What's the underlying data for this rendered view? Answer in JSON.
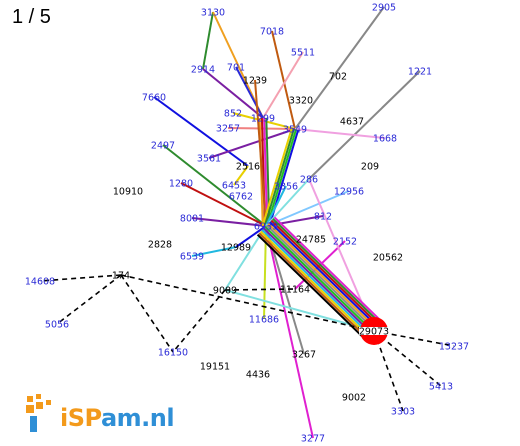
{
  "counter": "1 / 5",
  "logo": {
    "prefix": "iSP",
    "main": "am.nl"
  },
  "colors": {
    "blue_label": "#2a2ad6",
    "black_label": "#000000",
    "hub_red": "#ff0000",
    "logo_blue": "#2f8fd6",
    "logo_orange": "#f39a1b"
  },
  "graph": {
    "nodes": [
      {
        "id": "3130",
        "color": "blue"
      },
      {
        "id": "2905",
        "color": "blue"
      },
      {
        "id": "7018",
        "color": "blue"
      },
      {
        "id": "5511",
        "color": "blue"
      },
      {
        "id": "2914",
        "color": "blue"
      },
      {
        "id": "701",
        "color": "blue"
      },
      {
        "id": "1239",
        "color": "black"
      },
      {
        "id": "702",
        "color": "black"
      },
      {
        "id": "1221",
        "color": "blue"
      },
      {
        "id": "7660",
        "color": "blue"
      },
      {
        "id": "3320",
        "color": "black"
      },
      {
        "id": "852",
        "color": "blue"
      },
      {
        "id": "1299",
        "color": "blue"
      },
      {
        "id": "4637",
        "color": "black"
      },
      {
        "id": "3257",
        "color": "blue"
      },
      {
        "id": "3549",
        "color": "blue"
      },
      {
        "id": "1668",
        "color": "blue"
      },
      {
        "id": "2497",
        "color": "blue"
      },
      {
        "id": "3561",
        "color": "blue"
      },
      {
        "id": "2516",
        "color": "black"
      },
      {
        "id": "209",
        "color": "black"
      },
      {
        "id": "1280",
        "color": "blue"
      },
      {
        "id": "6453",
        "color": "blue"
      },
      {
        "id": "3356",
        "color": "blue"
      },
      {
        "id": "286",
        "color": "blue"
      },
      {
        "id": "10910",
        "color": "black"
      },
      {
        "id": "6762",
        "color": "blue"
      },
      {
        "id": "12956",
        "color": "blue"
      },
      {
        "id": "8001",
        "color": "blue"
      },
      {
        "id": "812",
        "color": "blue"
      },
      {
        "id": "6939",
        "color": "blue"
      },
      {
        "id": "2828",
        "color": "black"
      },
      {
        "id": "24785",
        "color": "black"
      },
      {
        "id": "2152",
        "color": "blue"
      },
      {
        "id": "12989",
        "color": "black"
      },
      {
        "id": "6539",
        "color": "blue"
      },
      {
        "id": "20562",
        "color": "black"
      },
      {
        "id": "174",
        "color": "black"
      },
      {
        "id": "14608",
        "color": "blue"
      },
      {
        "id": "9009",
        "color": "black"
      },
      {
        "id": "11164",
        "color": "black"
      },
      {
        "id": "5056",
        "color": "blue"
      },
      {
        "id": "11686",
        "color": "blue"
      },
      {
        "id": "29073",
        "color": "black"
      },
      {
        "id": "13237",
        "color": "blue"
      },
      {
        "id": "16150",
        "color": "blue"
      },
      {
        "id": "3267",
        "color": "black"
      },
      {
        "id": "19151",
        "color": "black"
      },
      {
        "id": "4436",
        "color": "black"
      },
      {
        "id": "5413",
        "color": "blue"
      },
      {
        "id": "9002",
        "color": "black"
      },
      {
        "id": "3303",
        "color": "blue"
      },
      {
        "id": "3277",
        "color": "blue"
      }
    ],
    "edges": [
      {
        "a": "2914",
        "b": "3130",
        "color": "#2e8b2e"
      },
      {
        "a": "3130",
        "b": "1299",
        "color": "#f0a020"
      },
      {
        "a": "7018",
        "b": "3549",
        "color": "#c05a10"
      },
      {
        "a": "5511",
        "b": "1299",
        "color": "#f4a0b0"
      },
      {
        "a": "2914",
        "b": "1299",
        "color": "#7a1fa2"
      },
      {
        "a": "701",
        "b": "1299",
        "color": "#2a2ad6"
      },
      {
        "a": "2905",
        "b": "3549",
        "color": "#888888"
      },
      {
        "a": "1221",
        "b": "286",
        "color": "#888888"
      },
      {
        "a": "7660",
        "b": "2516",
        "color": "#1010e0"
      },
      {
        "a": "852",
        "b": "3549",
        "color": "#e8d000"
      },
      {
        "a": "3257",
        "b": "3549",
        "color": "#f08080"
      },
      {
        "a": "1668",
        "b": "3549",
        "color": "#f0a0e0"
      },
      {
        "a": "3561",
        "b": "3549",
        "color": "#7a1fa2"
      },
      {
        "a": "2497",
        "b": "6939",
        "color": "#2e8b2e"
      },
      {
        "a": "1280",
        "b": "6939",
        "color": "#c01010"
      },
      {
        "a": "6453",
        "b": "2516",
        "color": "#e8d000"
      },
      {
        "a": "8001",
        "b": "6939",
        "color": "#7a1fa2"
      },
      {
        "a": "12989",
        "b": "6939",
        "color": "#1010e0"
      },
      {
        "a": "6539",
        "b": "12989",
        "color": "#20b8e0"
      },
      {
        "a": "12956",
        "b": "6939",
        "color": "#80c8ff"
      },
      {
        "a": "812",
        "b": "6939",
        "color": "#7a1fa2"
      },
      {
        "a": "2152",
        "b": "11164",
        "color": "#e020d0"
      },
      {
        "a": "29073",
        "b": "286",
        "color": "#f0a0e0"
      },
      {
        "a": "6939",
        "b": "9009",
        "color": "#80e0e0"
      },
      {
        "a": "6939",
        "b": "11686",
        "color": "#c8e020"
      },
      {
        "a": "6939",
        "b": "3267",
        "color": "#888888"
      },
      {
        "a": "6939",
        "b": "3277",
        "color": "#e020d0"
      },
      {
        "a": "9009",
        "b": "29073",
        "color": "#80e0e0"
      },
      {
        "a": "1299",
        "b": "6939",
        "color": "#2e8b2e"
      },
      {
        "a": "1299",
        "b": "6939",
        "color": "#e020d0"
      },
      {
        "a": "1299",
        "b": "6939",
        "color": "#c01010"
      },
      {
        "a": "1299",
        "b": "6939",
        "color": "#f0a020"
      },
      {
        "a": "1239",
        "b": "6939",
        "color": "#c05a10"
      },
      {
        "a": "3549",
        "b": "6939",
        "color": "#1010e0"
      },
      {
        "a": "3549",
        "b": "6939",
        "color": "#20c020"
      },
      {
        "a": "3549",
        "b": "6939",
        "color": "#2e8b2e"
      },
      {
        "a": "3549",
        "b": "6939",
        "color": "#e8d000"
      },
      {
        "a": "3356",
        "b": "6939",
        "color": "#20b8e0"
      },
      {
        "a": "286",
        "b": "6939",
        "color": "#80e0e0"
      },
      {
        "a": "6939",
        "b": "29073",
        "color": "#e020d0"
      },
      {
        "a": "6939",
        "b": "29073",
        "color": "#2e8b2e"
      },
      {
        "a": "6939",
        "b": "29073",
        "color": "#c01010"
      },
      {
        "a": "6939",
        "b": "29073",
        "color": "#1010e0"
      },
      {
        "a": "6939",
        "b": "29073",
        "color": "#f0a020"
      },
      {
        "a": "6939",
        "b": "29073",
        "color": "#888888"
      },
      {
        "a": "6939",
        "b": "29073",
        "color": "#20c020"
      },
      {
        "a": "6939",
        "b": "29073",
        "color": "#7a1fa2"
      },
      {
        "a": "6939",
        "b": "29073",
        "color": "#20b8e0"
      },
      {
        "a": "6939",
        "b": "29073",
        "color": "#e8d000"
      },
      {
        "a": "6939",
        "b": "29073",
        "color": "#c05a10"
      },
      {
        "a": "6939",
        "b": "29073",
        "color": "#000000"
      }
    ],
    "dashed_edges": [
      {
        "a": "174",
        "b": "14608"
      },
      {
        "a": "174",
        "b": "5056"
      },
      {
        "a": "174",
        "b": "16150"
      },
      {
        "a": "174",
        "b": "29073"
      },
      {
        "a": "29073",
        "b": "13237"
      },
      {
        "a": "29073",
        "b": "5413"
      },
      {
        "a": "29073",
        "b": "3303"
      },
      {
        "a": "9009",
        "b": "11164"
      },
      {
        "a": "9009",
        "b": "16150"
      }
    ],
    "hub": "29073"
  }
}
